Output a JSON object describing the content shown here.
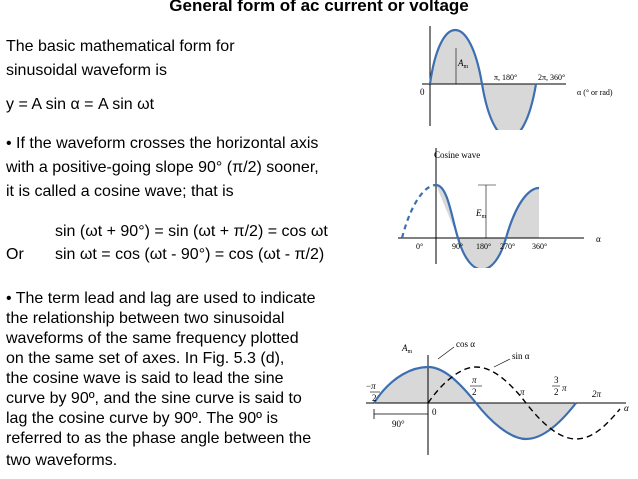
{
  "slide": {
    "title": "General form of ac current or voltage",
    "intro_1": "The basic mathematical form for",
    "intro_2": " sinusoidal waveform is",
    "eq_main": "y  = A sin α  = A sin ωt",
    "b1_1": "• If the waveform crosses the horizontal axis",
    "b1_2": " with a positive-going slope 90° (π/2) sooner,",
    "b1_3": " it is called a cosine wave; that is",
    "eq_cos": "sin (ωt + 90°) =  sin (ωt + π/2)  = cos ωt",
    "or_label": "Or",
    "eq_sin": "sin ωt =  cos (ωt - 90°) =  cos (ωt - π/2)",
    "b2_1": "• The term lead and lag are used to indicate",
    "b2_2": " the relationship between two sinusoidal",
    "b2_3": "waveforms of the same frequency plotted",
    "b2_4": "on the same set of axes. In Fig. 5.3 (d),",
    "b2_5": "the cosine wave is said to lead the sine",
    "b2_6": "curve by 90º, and the sine curve is said to",
    "b2_7": "lag the cosine curve by 90º. The 90º is",
    "b2_8": "referred to as the phase angle between the",
    "b2_9": " two waveforms."
  },
  "fig1": {
    "amp": "A",
    "amp_sub": "m",
    "origin": "0",
    "pi_label": "π, 180°",
    "twopi_label": "2π, 360°",
    "axis_label": "α (° or rad)"
  },
  "fig2": {
    "title": "Cosine wave",
    "amp": "E",
    "amp_sub": "m",
    "t0": "0°",
    "t90": "90°",
    "t180": "180°",
    "t270": "270°",
    "t360": "360°",
    "axis": "α"
  },
  "fig3": {
    "amp": "A",
    "amp_sub": "m",
    "cos_label": "cos α",
    "sin_label": "sin α",
    "neg_half_num": "π",
    "neg_half_den": "2",
    "half_num": "π",
    "half_den": "2",
    "pi": "π",
    "three_half_num": "3",
    "three_half_den": "2",
    "three_half_pi": "π",
    "two_pi": "2π",
    "alpha": "α",
    "origin": "0",
    "phase": "90°"
  },
  "colors": {
    "wave": "#3d6fb0",
    "shade": "#d8d8d8",
    "axis": "#000000"
  }
}
